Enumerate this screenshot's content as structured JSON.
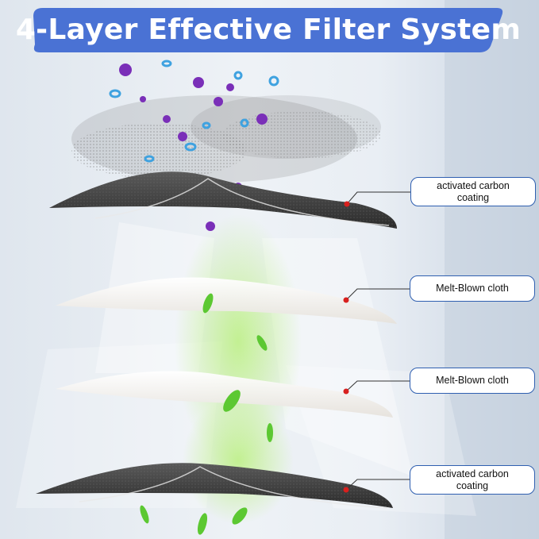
{
  "title": "4-Layer Effective Filter System",
  "layers": [
    {
      "label": "activated carbon coating",
      "line1": "activated carbon",
      "line2": "coating"
    },
    {
      "label": "Melt-Blown cloth"
    },
    {
      "label": "Melt-Blown cloth"
    },
    {
      "label": "activated carbon coating",
      "line1": "activated carbon",
      "line2": "coating"
    }
  ],
  "colors": {
    "banner": "#4a72d4",
    "label_border": "#2f5fb0",
    "marker": "#d8201e",
    "carbon": "#3a3a3a",
    "meltblown": "#f2efea",
    "particles_purple": "#7a2fb8",
    "particles_blue": "#3fa2e0",
    "leaf_green": "#5cc832"
  }
}
